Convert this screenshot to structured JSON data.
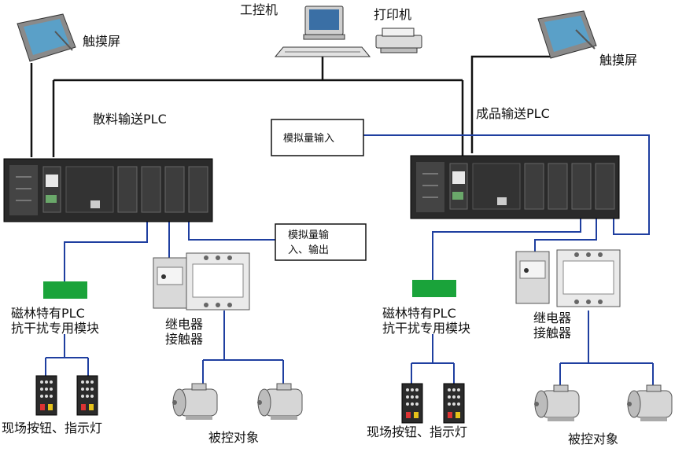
{
  "labels": {
    "ipc": "工控机",
    "printer": "打印机",
    "touch_left": "触摸屏",
    "touch_right": "触摸屏",
    "plc_left": "散料输送PLC",
    "plc_right": "成品输送PLC",
    "analog_in": "模拟量输入",
    "analog_io_line1": "模拟量输",
    "analog_io_line2": "入、输出",
    "module_left_line1": "磁林特有PLC",
    "module_left_line2": "抗干扰专用模块",
    "module_right_line1": "磁林特有PLC",
    "module_right_line2": "抗干扰专用模块",
    "relay_left_line1": "继电器",
    "relay_left_line2": "接触器",
    "relay_right_line1": "继电器",
    "relay_right_line2": "接触器",
    "buttons_left": "现场按钮、指示灯",
    "buttons_right": "现场按钮、指示灯",
    "target_left": "被控对象",
    "target_right": "被控对象"
  },
  "colors": {
    "wire_blue": "#1f3fa0",
    "wire_black": "#111111",
    "module_green": "#1aa33a",
    "plc_body": "#2a2a2a"
  }
}
